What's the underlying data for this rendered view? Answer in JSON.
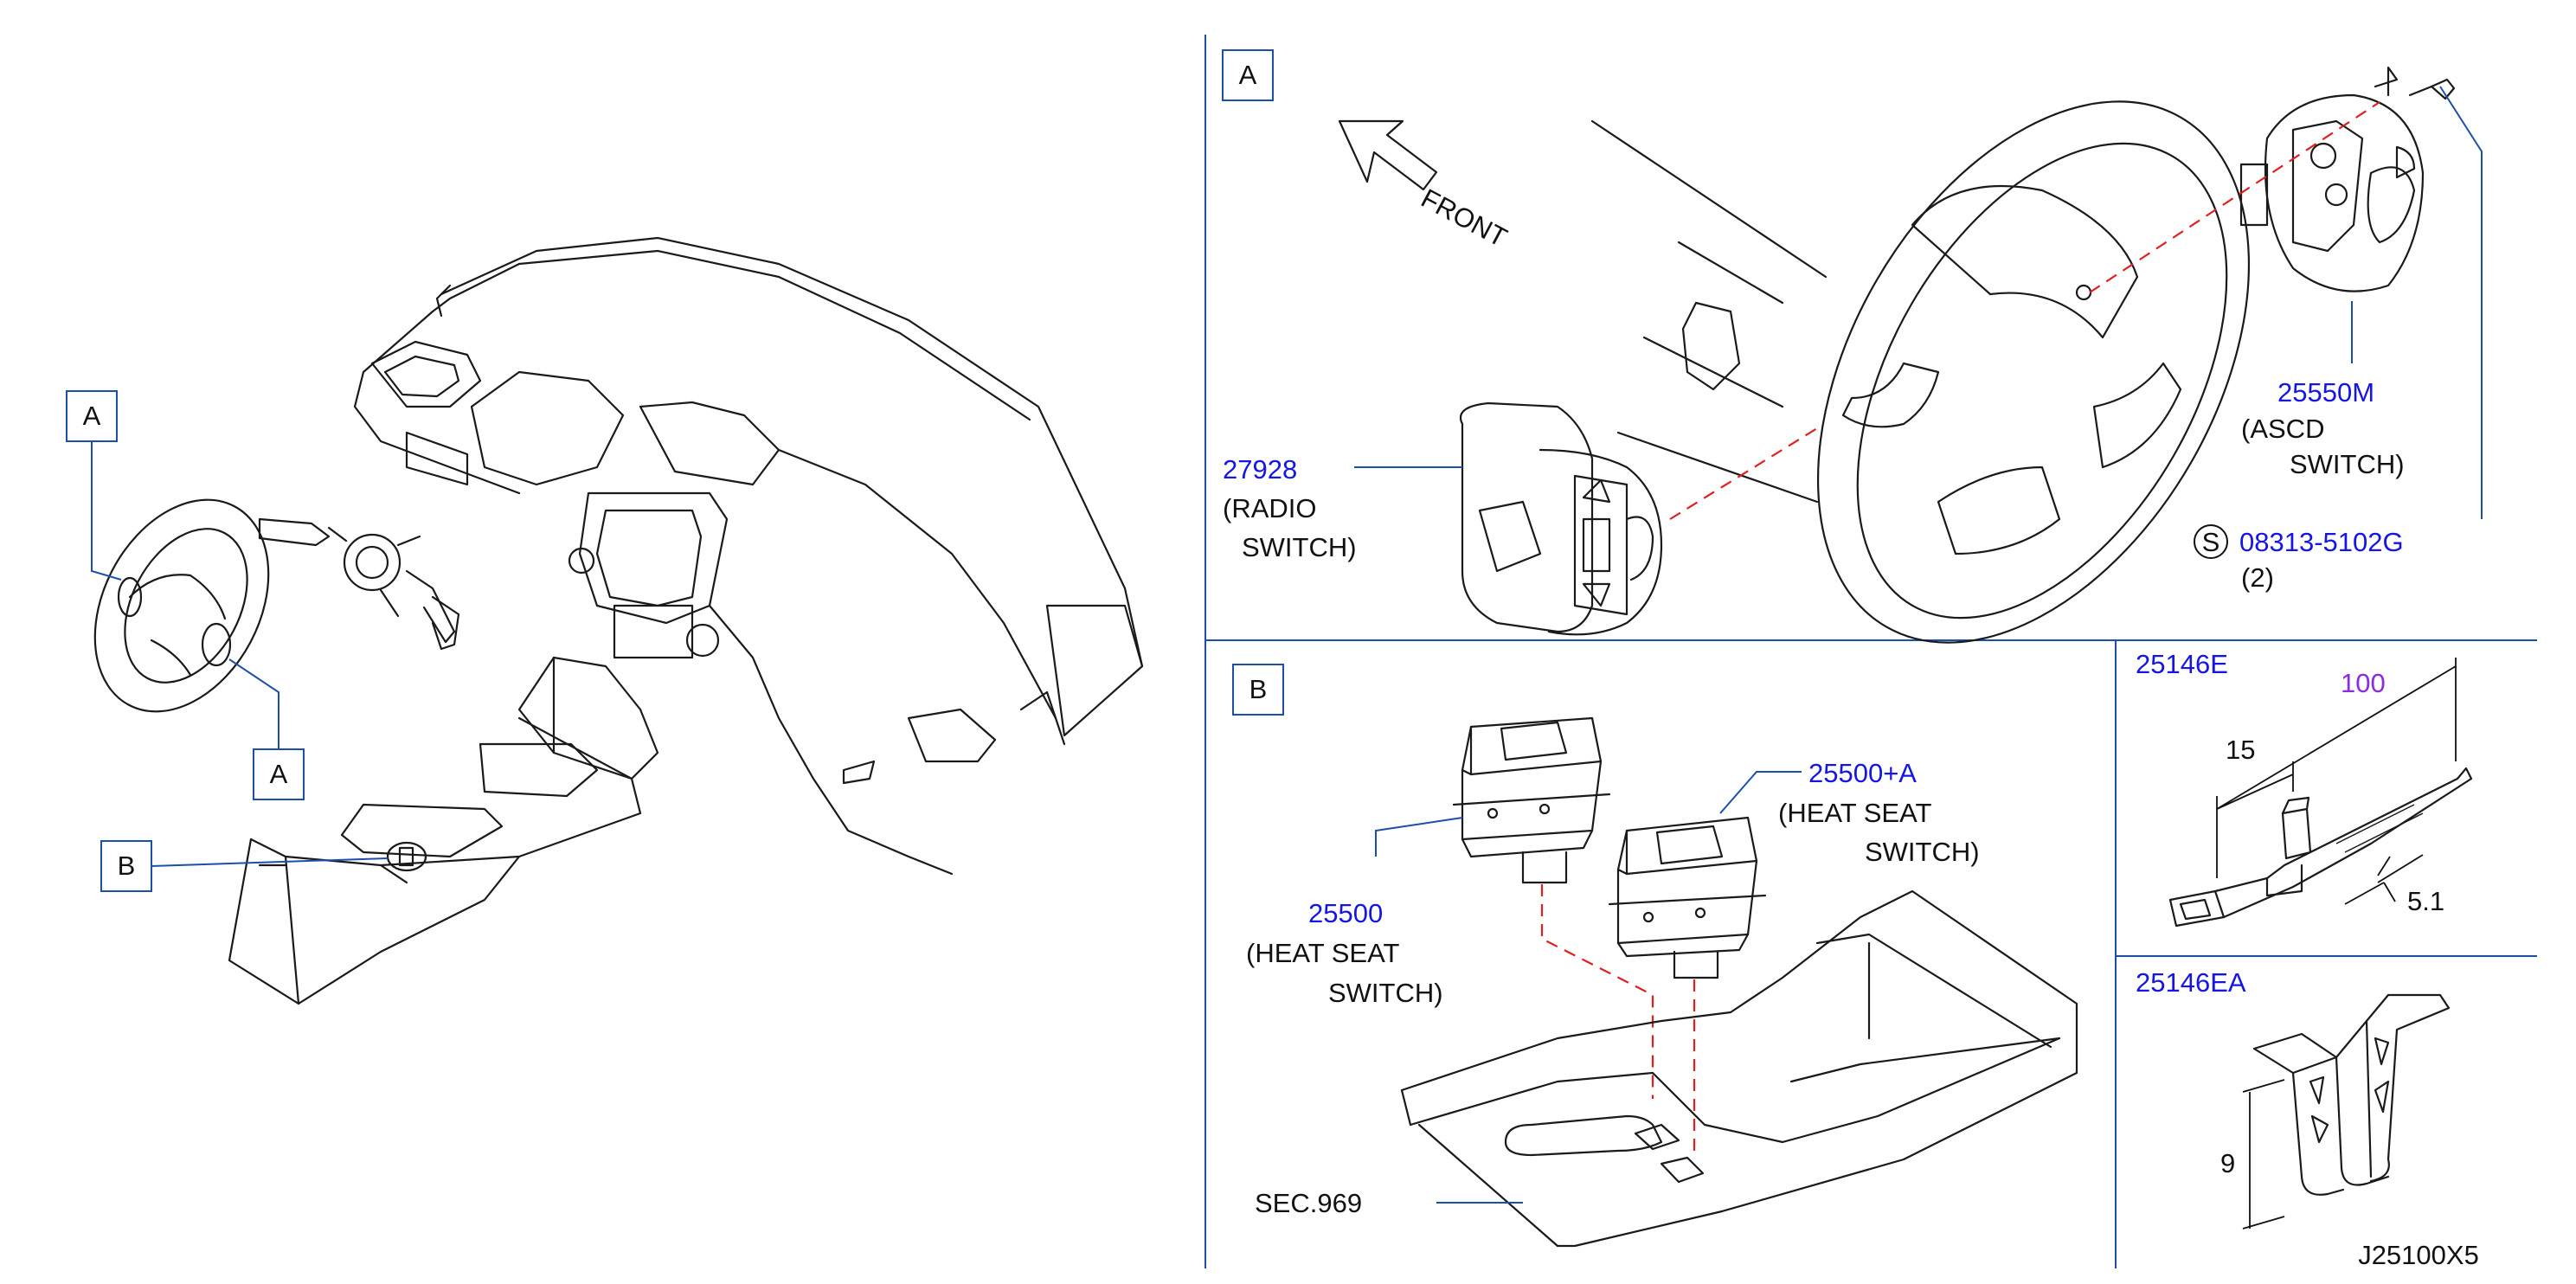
{
  "diagram_id": "J25100X5",
  "overview": {
    "callout_a_top": "A",
    "callout_a_bottom": "A",
    "callout_b": "B"
  },
  "section_a": {
    "tag": "A",
    "front_label": "FRONT",
    "radio_switch": {
      "part_no": "27928",
      "desc_line1": "(RADIO",
      "desc_line2": "SWITCH)"
    },
    "ascd_switch": {
      "part_no": "25550M",
      "desc_line1": "(ASCD",
      "desc_line2": "SWITCH)"
    },
    "screw": {
      "symbol": "S",
      "part_no": "08313-5102G",
      "qty": "(2)"
    }
  },
  "section_b": {
    "tag": "B",
    "heat_seat_switch": {
      "part_no": "25500",
      "desc_line1": "(HEAT  SEAT",
      "desc_line2": "SWITCH)"
    },
    "heat_seat_switch_a": {
      "part_no": "25500+A",
      "desc_line1": "(HEAT  SEAT",
      "desc_line2": "SWITCH)"
    },
    "section_ref": "SEC.969"
  },
  "clip_25146e": {
    "part_no": "25146E",
    "dim_length": "100",
    "dim_offset": "15",
    "dim_width": "5.1"
  },
  "clip_25146ea": {
    "part_no": "25146EA",
    "dim_height": "9"
  },
  "colors": {
    "part_number": "#1515e6",
    "dimension_highlight": "#8a2be2",
    "leader": "#1c4fa8",
    "dashed_guide": "#e02020",
    "line": "#1a1a1a"
  }
}
